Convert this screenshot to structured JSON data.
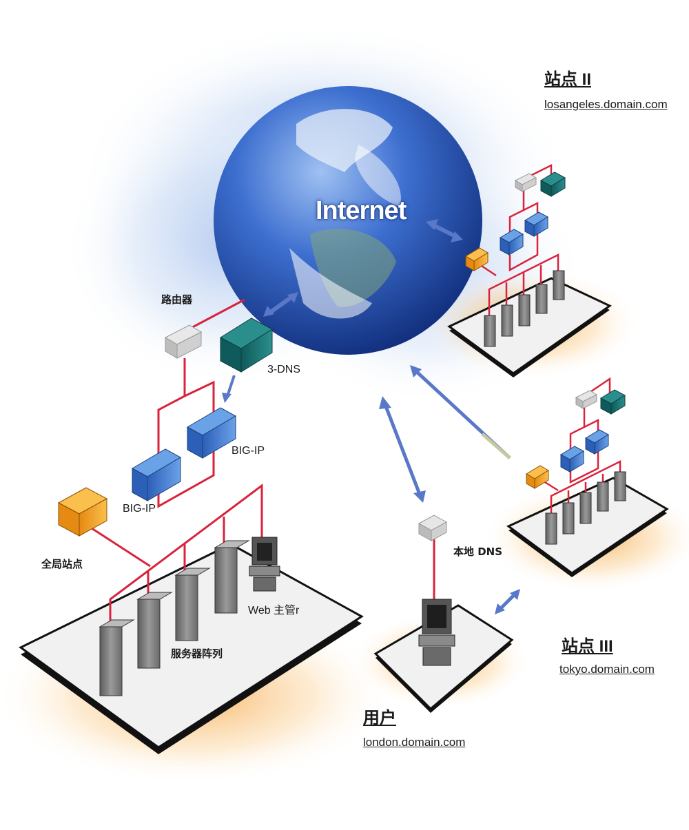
{
  "internet": {
    "label": "Internet"
  },
  "main_site": {
    "router_label": "路由器",
    "dns3_label": "3-DNS",
    "bigip_top_label": "BIG-IP",
    "bigip_bottom_label": "BIG-IP",
    "gateway_label": "全局站点",
    "web_manager_label": "Web 主管r",
    "server_array_label": "服务器阵列"
  },
  "site2": {
    "title": "站点 II",
    "domain": "losangeles.domain.com"
  },
  "site3": {
    "title": "站点 III",
    "domain": "tokyo.domain.com"
  },
  "user_site": {
    "title": "用户",
    "domain": "london.domain.com",
    "dns_label": "本地 DNS"
  },
  "colors": {
    "link": "#d9233c",
    "arrow": "#5a78c8",
    "platform": "#f1f1f1",
    "platform_edge": "#111111",
    "glow": "#f7b55c",
    "globe": "#2f5cc0"
  }
}
